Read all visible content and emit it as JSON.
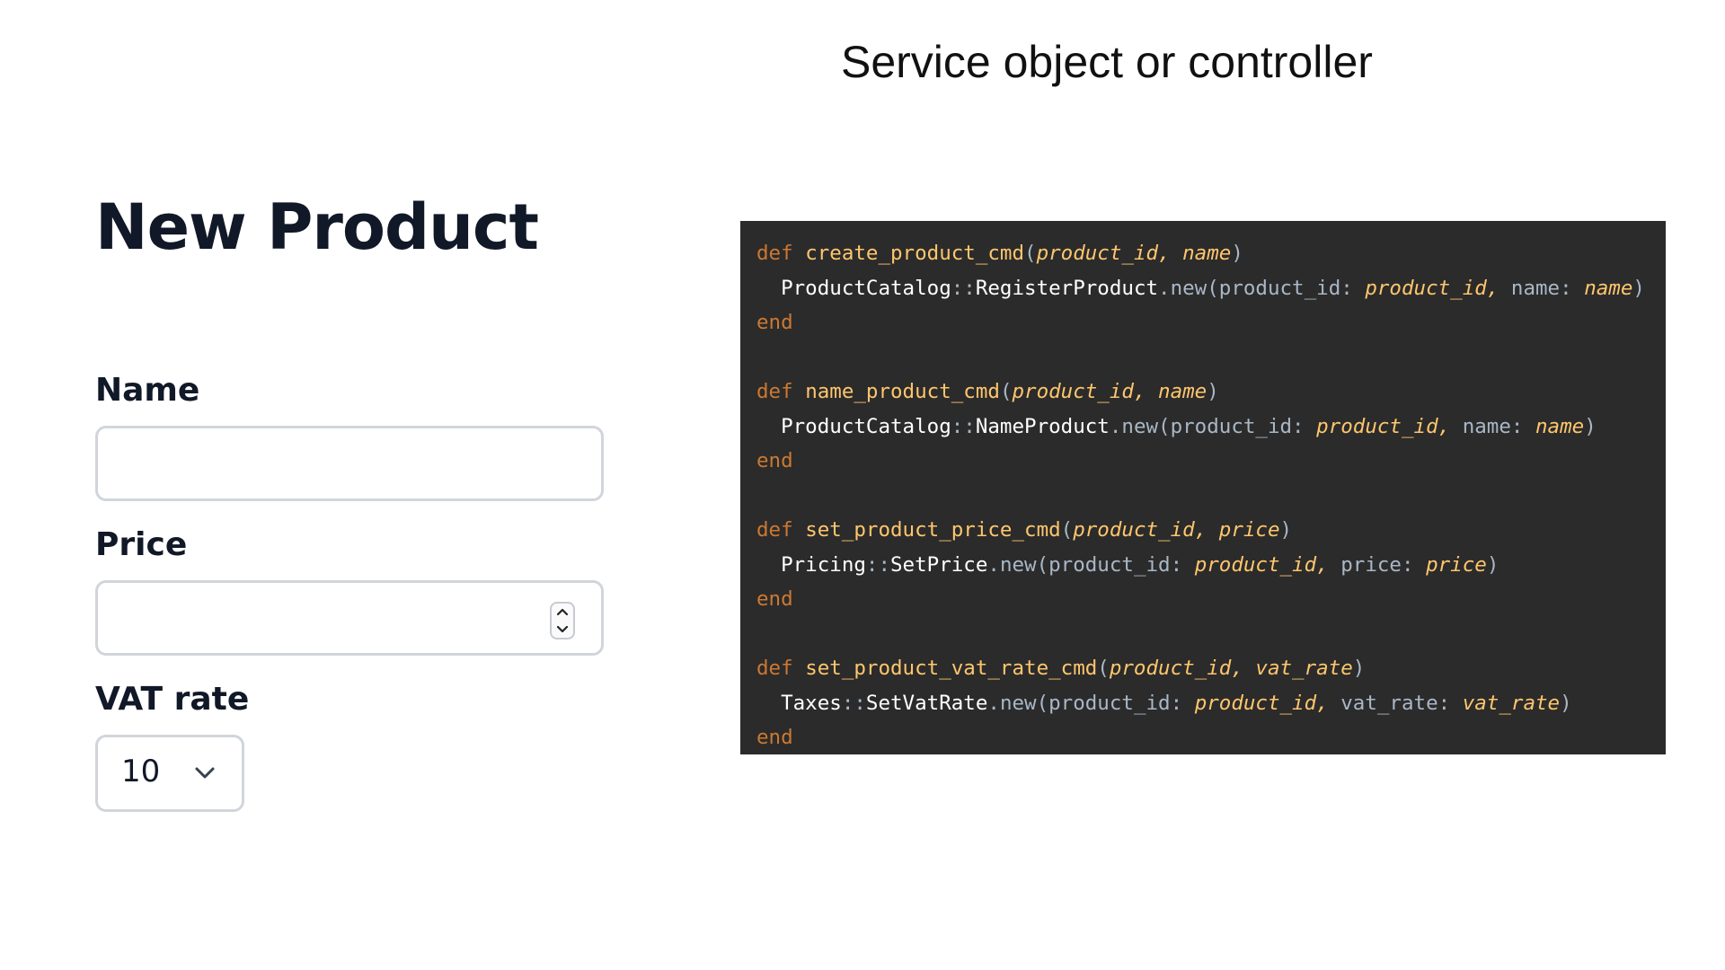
{
  "slide": {
    "title": "Service object or controller"
  },
  "form": {
    "heading": "New Product",
    "name_label": "Name",
    "name_value": "",
    "price_label": "Price",
    "price_value": "",
    "vat_label": "VAT rate",
    "vat_selected": "10"
  },
  "code": {
    "lines": [
      [
        "def",
        "create_product_cmd",
        "product_id",
        "name",
        "ProductCatalog",
        "RegisterProduct",
        "new",
        "product_id:",
        "product_id",
        "name:",
        "name",
        "end"
      ],
      [
        "def",
        "name_product_cmd",
        "product_id",
        "name",
        "ProductCatalog",
        "NameProduct",
        "new",
        "product_id:",
        "product_id",
        "name:",
        "name",
        "end"
      ],
      [
        "def",
        "set_product_price_cmd",
        "product_id",
        "price",
        "Pricing",
        "SetPrice",
        "new",
        "product_id:",
        "product_id",
        "price:",
        "price",
        "end"
      ],
      [
        "def",
        "set_product_vat_rate_cmd",
        "product_id",
        "vat_rate",
        "Taxes",
        "SetVatRate",
        "new",
        "product_id:",
        "product_id",
        "vat_rate:",
        "vat_rate",
        "end"
      ]
    ]
  },
  "colors": {
    "code_background": "#2b2b2b",
    "keyword": "#cc7832",
    "function": "#ffc66d",
    "plain": "#a9b7c6",
    "constant": "#ffffff",
    "heading": "#111827",
    "input_border": "#d1d5db"
  },
  "icons": {
    "spinner_up": "chevron-up-icon",
    "spinner_down": "chevron-down-icon",
    "select_arrow": "chevron-down-icon"
  }
}
